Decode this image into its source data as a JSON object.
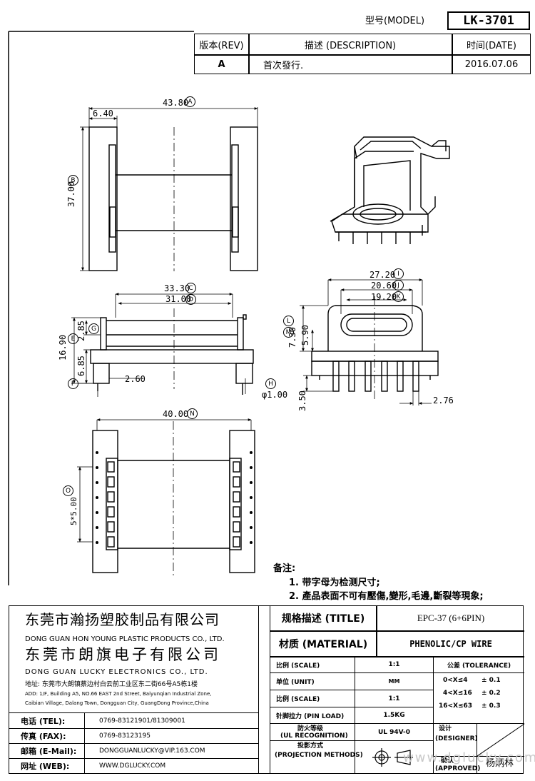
{
  "header": {
    "model_label": "型号(MODEL)",
    "model_value": "LK-3701",
    "rev_header": "版本(REV)",
    "desc_header": "描述 (DESCRIPTION)",
    "date_header": "时间(DATE)",
    "rev": "A",
    "desc": "首次發行.",
    "date": "2016.07.06"
  },
  "dimensions": {
    "d_4380": "43.80",
    "d_640": "6.40",
    "d_3700": "37.00",
    "d_3330": "33.30",
    "d_3100": "31.00",
    "d_1690": "16.90",
    "d_285": "2.85",
    "d_685": "6.85",
    "d_260": "2.60",
    "d_phi100": "φ1.00",
    "d_2720": "27.20",
    "d_2060": "20.60",
    "d_1920": "19.20",
    "d_730": "7.30",
    "d_590": "5.90",
    "d_350": "3.50",
    "d_276": "2.76",
    "d_4000": "40.00",
    "d_500": "5*5.00"
  },
  "balloons": [
    "A",
    "B",
    "C",
    "D",
    "E",
    "F",
    "G",
    "H",
    "I",
    "J",
    "K",
    "L",
    "M",
    "N",
    "O"
  ],
  "notes": {
    "title": "备注:",
    "items": [
      "1. 带字母为检测尺寸;",
      "2. 產品表面不可有壓傷,變形,毛邊,斷裂等現象;"
    ]
  },
  "company": {
    "name1": "东莞市瀚扬塑胶制品有限公司",
    "name1_en": "DONG GUAN HON YOUNG PLASTIC PRODUCTS CO., LTD.",
    "name2": "东莞市朗旗电子有限公司",
    "name2_en": "DONG GUAN LUCKY ELECTRONICS CO., LTD.",
    "address_cn": "地址: 东莞市大朗镇蔡边村白云前工业区东二街66号A5栋1楼",
    "address_en1": "ADD: 1/F, Building A5, NO.66 EAST 2nd Street, Baiyunqian Industrial Zone,",
    "address_en2": "Caibian Village, Dalang Town, Dongguan City, GuangDong Province,China"
  },
  "contact": {
    "tel_label": "电话 (TEL):",
    "tel": "0769-83121901/81309001",
    "fax_label": "传真 (FAX):",
    "fax": "0769-83123195",
    "email_label": "邮箱 (E-Mail):",
    "email": "DONGGUANLUCKY@VIP.163.COM",
    "web_label": "网址 (WEB):",
    "web": "WWW.DGLUCKY.COM"
  },
  "titleblock": {
    "title_label": "规格描述 (TITLE)",
    "title_value": "EPC-37 (6+6PIN)",
    "material_label": "材质 (MATERIAL)",
    "material_value": "PHENOLIC/CP WIRE",
    "scale_label": "比例 (SCALE)",
    "scale_value": "1:1",
    "tolerance_label": "公差 (TOLERANCE)",
    "unit_label": "单位 (UNIT)",
    "unit_value": "MM",
    "scale2_label": "比例 (SCALE)",
    "scale2_value": "1:1",
    "tol1_range": "0<X≤4",
    "tol1_value": "± 0.1",
    "tol2_range": "4<X≤16",
    "tol2_value": "± 0.2",
    "tol3_range": "16<X≤63",
    "tol3_value": "± 0.3",
    "pinload_label": "针脚拉力 (PIN LOAD)",
    "pinload_value": "1.5KG",
    "fire_label1": "防火等级",
    "fire_label2": "(UL RECOGNITION)",
    "fire_value": "UL 94V-0",
    "proj_label1": "投影方式",
    "proj_label2": "(PROJECTION METHODS)",
    "designer_label1": "设计",
    "designer_label2": "(DESIGNER)",
    "approved_label1": "确认",
    "approved_label2": "(APPROVED)",
    "approved_name": "杨炳林",
    "watermark": "www.dglucky.com"
  }
}
